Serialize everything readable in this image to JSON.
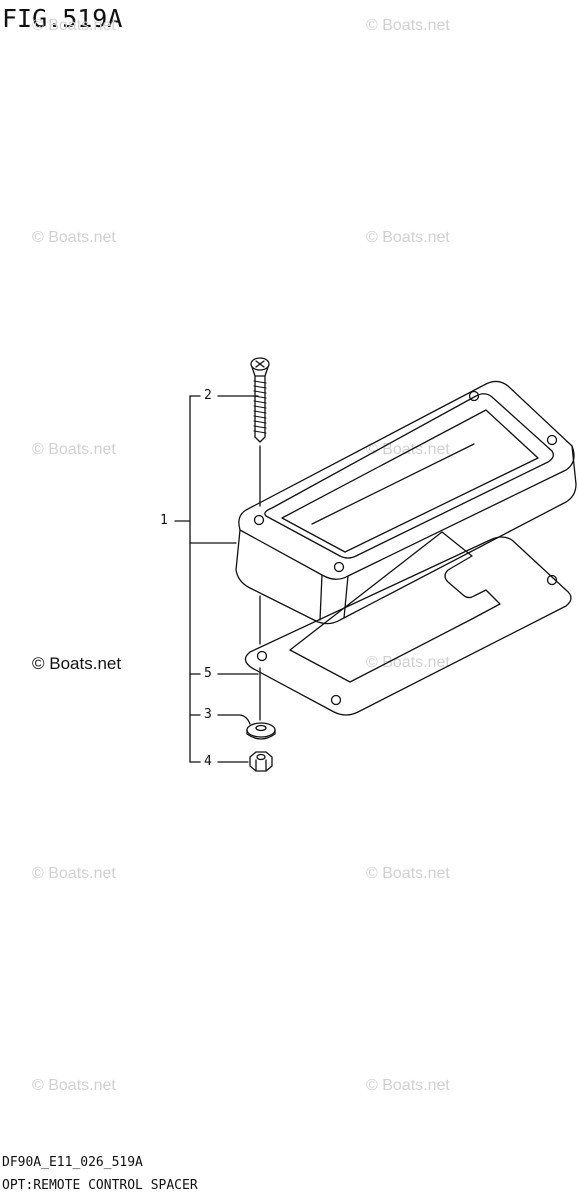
{
  "figure": {
    "title": "FIG.519A"
  },
  "watermark": {
    "text": "© Boats.net"
  },
  "callouts": [
    "1",
    "2",
    "3",
    "4",
    "5"
  ],
  "footer": {
    "code": "DF90A_E11_026_519A",
    "description": "OPT:REMOTE CONTROL SPACER"
  }
}
